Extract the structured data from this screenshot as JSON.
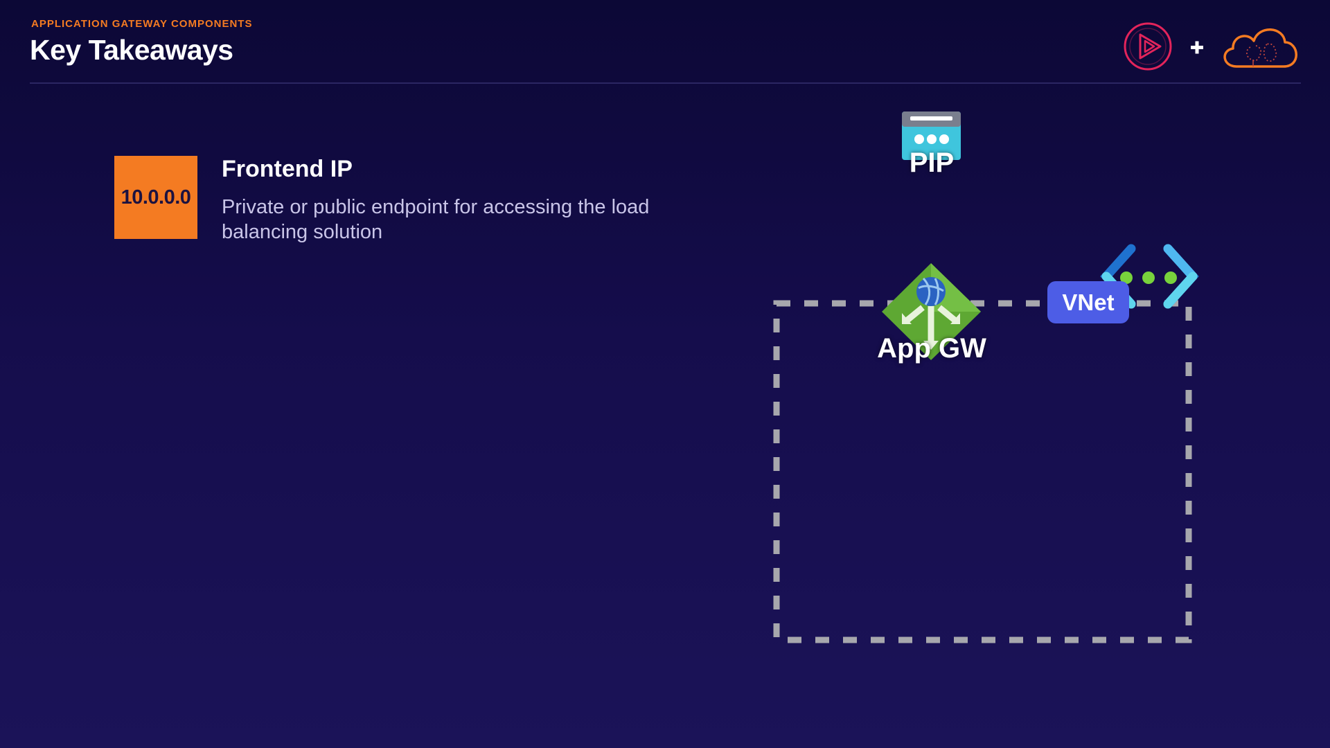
{
  "header": {
    "eyebrow": "APPLICATION GATEWAY COMPONENTS",
    "title": "Key Takeaways"
  },
  "brand": {
    "plus": "+",
    "play_icon": "pluralsight-play-icon",
    "cloud_icon": "cloud-brain-icon"
  },
  "section": {
    "ip_badge": "10.0.0.0",
    "heading": "Frontend IP",
    "description": "Private or public endpoint for accessing the load balancing solution"
  },
  "diagram": {
    "pip_label": "PIP",
    "appgw_label": "App GW",
    "vnet_label": "VNet"
  },
  "colors": {
    "accent_orange": "#f47b22",
    "background_top": "#0c0836",
    "background_bottom": "#1b1358",
    "vnet_pill": "#4d5de6",
    "appgw_green": "#5ea833",
    "pip_cyan": "#3fc5dd",
    "dash_gray": "#a7a7ad"
  }
}
